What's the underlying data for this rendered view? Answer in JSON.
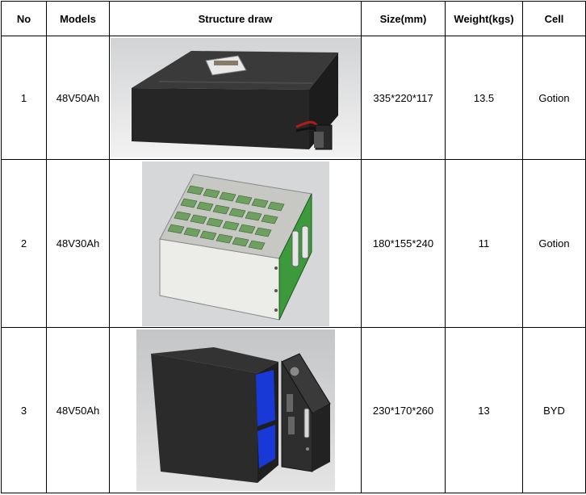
{
  "headers": {
    "no": "No",
    "models": "Models",
    "structure": "Structure draw",
    "size": "Size(mm)",
    "weight": "Weight(kgs)",
    "cell": "Cell"
  },
  "rows": [
    {
      "no": "1",
      "model": "48V50Ah",
      "size": "335*220*117",
      "weight": "13.5",
      "cell": "Gotion",
      "drawing": "flat-battery-pack-with-handle"
    },
    {
      "no": "2",
      "model": "48V30Ah",
      "size": "180*155*240",
      "weight": "11",
      "cell": "Gotion",
      "drawing": "open-battery-module-with-cells"
    },
    {
      "no": "3",
      "model": "48V50Ah",
      "size": "230*170*260",
      "weight": "13",
      "cell": "BYD",
      "drawing": "box-battery-with-side-panel"
    }
  ]
}
